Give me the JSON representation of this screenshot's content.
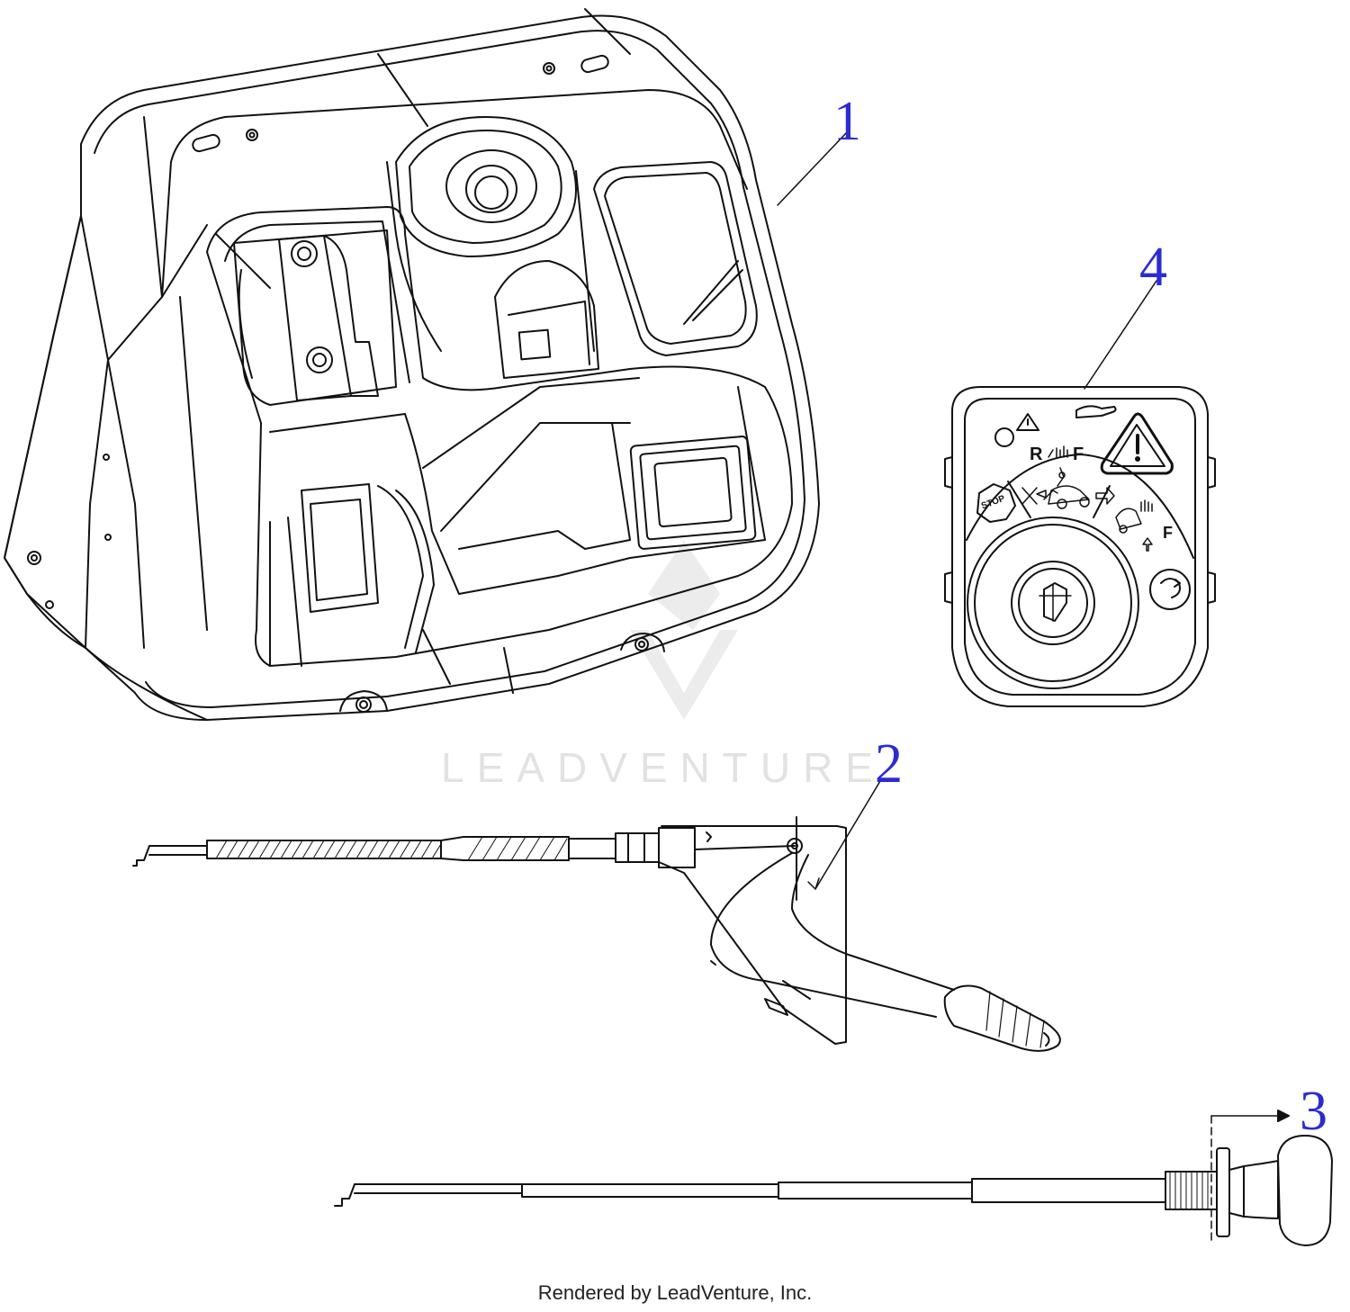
{
  "callouts": [
    {
      "number": "1",
      "part": "dash-console"
    },
    {
      "number": "2",
      "part": "pedal-cable-assembly"
    },
    {
      "number": "3",
      "part": "choke-cable"
    },
    {
      "number": "4",
      "part": "ignition-switch-panel"
    }
  ],
  "decal_text": {
    "reverse": "R",
    "forward": "F",
    "stop": "STOP"
  },
  "watermark": "LEADVENTURE",
  "footer": "Rendered by LeadVenture, Inc.",
  "colors": {
    "line": "#111111",
    "callout": "#2b2bd6",
    "watermark": "#e2e2e2"
  },
  "icons": [
    "warning-triangle-icon",
    "key-slot-icon",
    "rotate-arrow-icon",
    "operator-icon"
  ]
}
